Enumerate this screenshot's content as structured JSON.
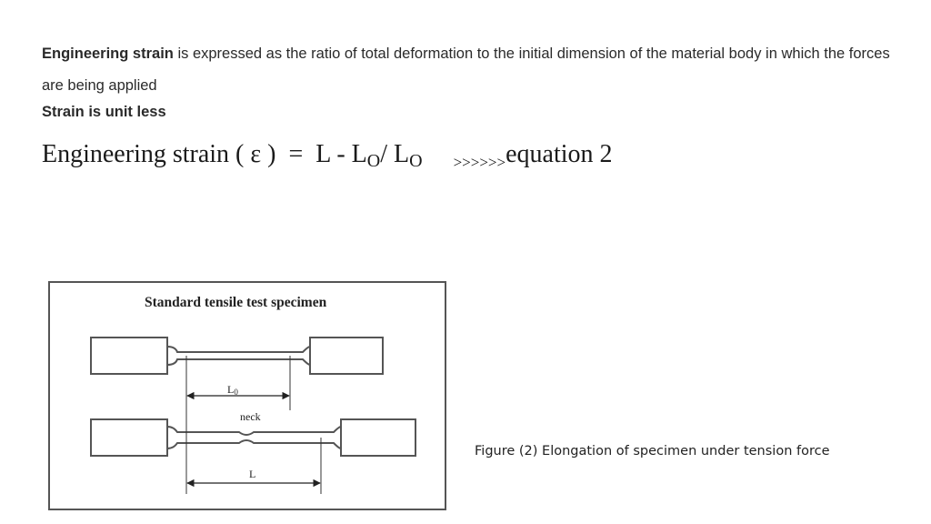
{
  "intro": {
    "term": "Engineering strain",
    "definition": " is expressed as the ratio of total deformation to the initial dimension of the material body in which the forces are being applied"
  },
  "unit_note": "Strain is unit less",
  "equation": {
    "lhs": "Engineering strain ( ε )",
    "equals": "=",
    "rhs_1": "L - L",
    "sub_1": "O",
    "slash": "/ L",
    "sub_2": "O",
    "arrows": ">>>>>>",
    "tag": "equation 2"
  },
  "figure": {
    "title": "Standard tensile test specimen",
    "label_l0": "L",
    "label_l0_sub": "0",
    "label_neck": "neck",
    "label_l": "L"
  },
  "caption": "Figure (2) Elongation of specimen under tension force"
}
